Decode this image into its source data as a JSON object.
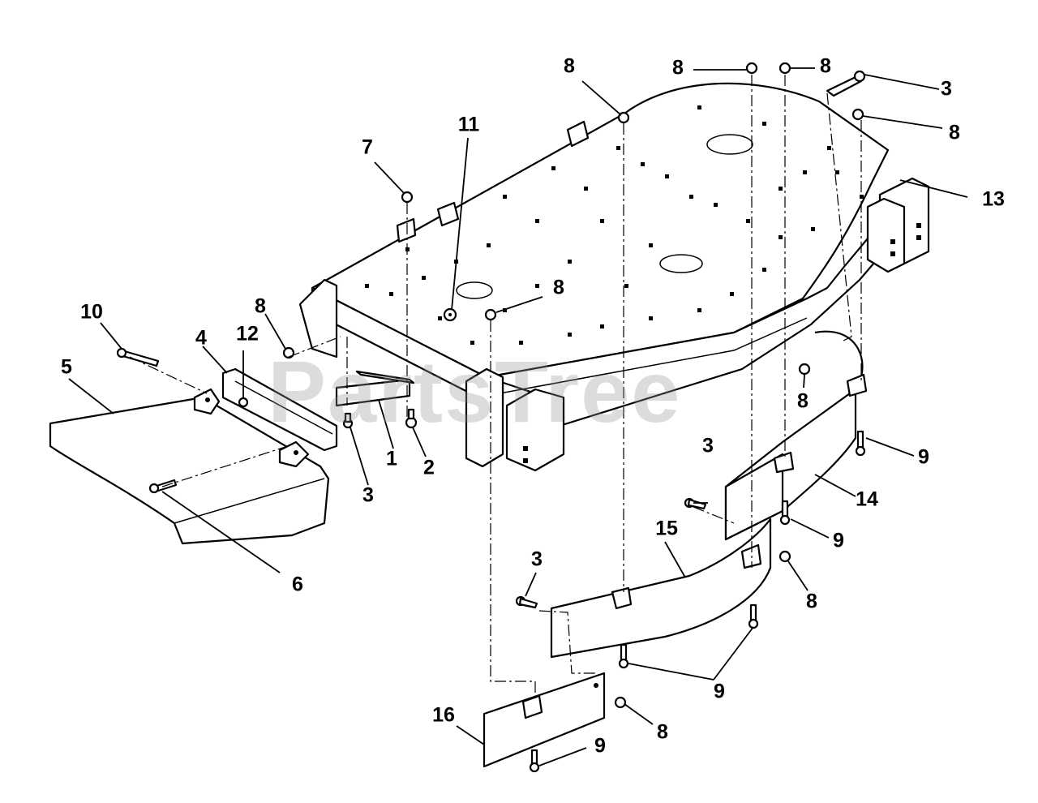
{
  "watermark": "PartsTree",
  "callouts": {
    "c1": "1",
    "c2": "2",
    "c3a": "3",
    "c3b": "3",
    "c3c": "3",
    "c3d": "3",
    "c4": "4",
    "c5": "5",
    "c6": "6",
    "c7": "7",
    "c8a": "8",
    "c8b": "8",
    "c8c": "8",
    "c8d": "8",
    "c8e": "8",
    "c8f": "8",
    "c8g": "8",
    "c8h": "8",
    "c8i": "8",
    "c9a": "9",
    "c9b": "9",
    "c9c": "9",
    "c9d": "9",
    "c10": "10",
    "c11": "11",
    "c12": "12",
    "c13": "13",
    "c14": "14",
    "c15": "15",
    "c16": "16"
  }
}
